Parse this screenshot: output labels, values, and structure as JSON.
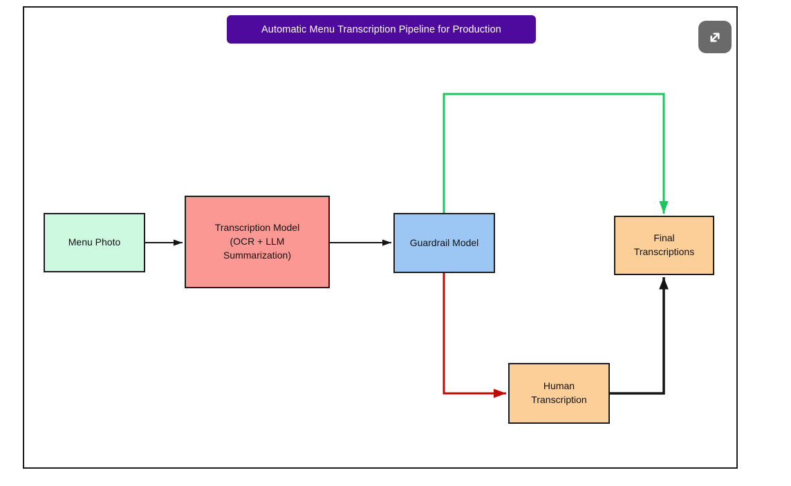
{
  "canvas": {
    "background": "#ffffff",
    "frame_border_color": "#1c1c1c"
  },
  "title_banner": {
    "label": "Automatic Menu Transcription Pipeline for Production",
    "bg": "#4e0a9c",
    "text_color": "#ffffff"
  },
  "expand_button": {
    "icon": "expand-diagonal-arrows-icon",
    "bg": "#6a6a6a",
    "arrow_color": "#ffffff"
  },
  "nodes": {
    "menu_photo": {
      "label": "Menu Photo",
      "fill": "#cdf9e0",
      "border": "#1c1c1c"
    },
    "transcription_model": {
      "label": "Transcription Model\n(OCR + LLM\nSummarization)",
      "fill": "#fb9894",
      "border": "#1c1c1c"
    },
    "guardrail_model": {
      "label": "Guardrail Model",
      "fill": "#9cc7f5",
      "border": "#1c1c1c"
    },
    "final_transcriptions": {
      "label": "Final\nTranscriptions",
      "fill": "#fccf99",
      "border": "#1c1c1c"
    },
    "human_transcription": {
      "label": "Human\nTranscription",
      "fill": "#fccf99",
      "border": "#1c1c1c"
    }
  },
  "edges": {
    "photo_to_model": {
      "from": "menu_photo",
      "to": "transcription_model",
      "color": "#141414"
    },
    "model_to_guardrail": {
      "from": "transcription_model",
      "to": "guardrail_model",
      "color": "#141414"
    },
    "guardrail_to_final": {
      "from": "guardrail_model",
      "to": "final_transcriptions",
      "color": "#1ec45e"
    },
    "guardrail_to_human": {
      "from": "guardrail_model",
      "to": "human_transcription",
      "color": "#c10808"
    },
    "human_to_final": {
      "from": "human_transcription",
      "to": "final_transcriptions",
      "color": "#141414"
    }
  }
}
